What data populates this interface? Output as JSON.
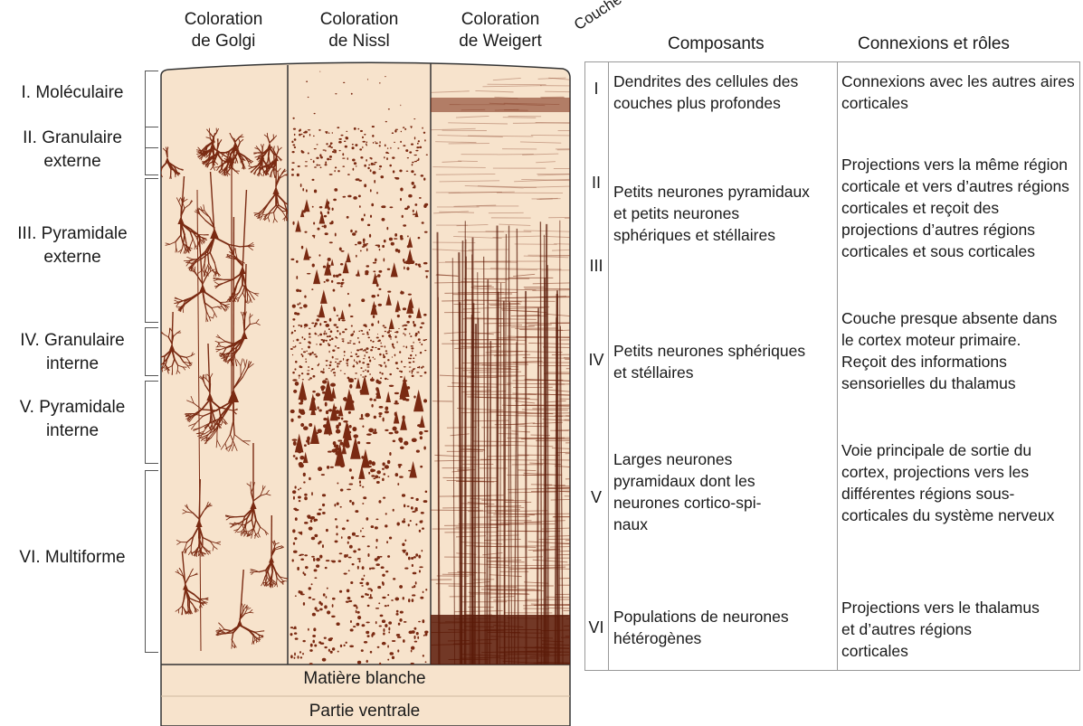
{
  "stains": [
    {
      "line1": "Coloration",
      "line2": "de Golgi"
    },
    {
      "line1": "Coloration",
      "line2": "de Nissl"
    },
    {
      "line1": "Coloration",
      "line2": "de Weigert"
    }
  ],
  "layers": [
    {
      "line1": "I. Moléculaire",
      "line2": ""
    },
    {
      "line1": "II. Granulaire",
      "line2": "externe"
    },
    {
      "line1": "III. Pyramidale",
      "line2": "externe"
    },
    {
      "line1": "IV. Granulaire",
      "line2": "interne"
    },
    {
      "line1": "V. Pyramidale",
      "line2": "interne"
    },
    {
      "line1": "VI. Multiforme",
      "line2": ""
    }
  ],
  "bottom": {
    "white_matter": "Matière blanche",
    "ventral": "Partie ventrale"
  },
  "table": {
    "header_couche": "Couche",
    "header_composants": "Composants",
    "header_connexions": "Connexions et rôles",
    "rows": [
      {
        "couche": "I",
        "composants": "Dendrites des cellules des couches plus profondes",
        "connexions": "Connexions avec les autres aires corticales"
      },
      {
        "couche": "II",
        "composants": "Petits neurones pyramidaux et petits neurones sphériques et stéllaires",
        "connexions": "Projections vers la même région corticale et vers d’autres régions corticales et reçoit des projections d’autres régions corticales et sous corticales"
      },
      {
        "couche": "III",
        "composants": "",
        "connexions": ""
      },
      {
        "couche": "IV",
        "composants": "Petits neurones sphériques et stéllaires",
        "connexions": "Couche presque absente dans le cortex moteur primaire. Reçoit des informations sensorielles du thalamus"
      },
      {
        "couche": "V",
        "composants": "Larges neurones pyramidaux dont les neurones cortico-spi-naux",
        "connexions": "Voie principale de sortie du cortex, projections vers les différentes régions sous-corticales du système nerveux"
      },
      {
        "couche": "VI",
        "composants": "Populations de neurones hétérogènes",
        "connexions": "Projections vers le thalamus et d’autres régions corticales"
      }
    ]
  },
  "colors": {
    "tissue": "#f7e3cc",
    "stain": "#7a2a12",
    "weigert_dark": "#5a1a08",
    "outline": "#333333"
  }
}
